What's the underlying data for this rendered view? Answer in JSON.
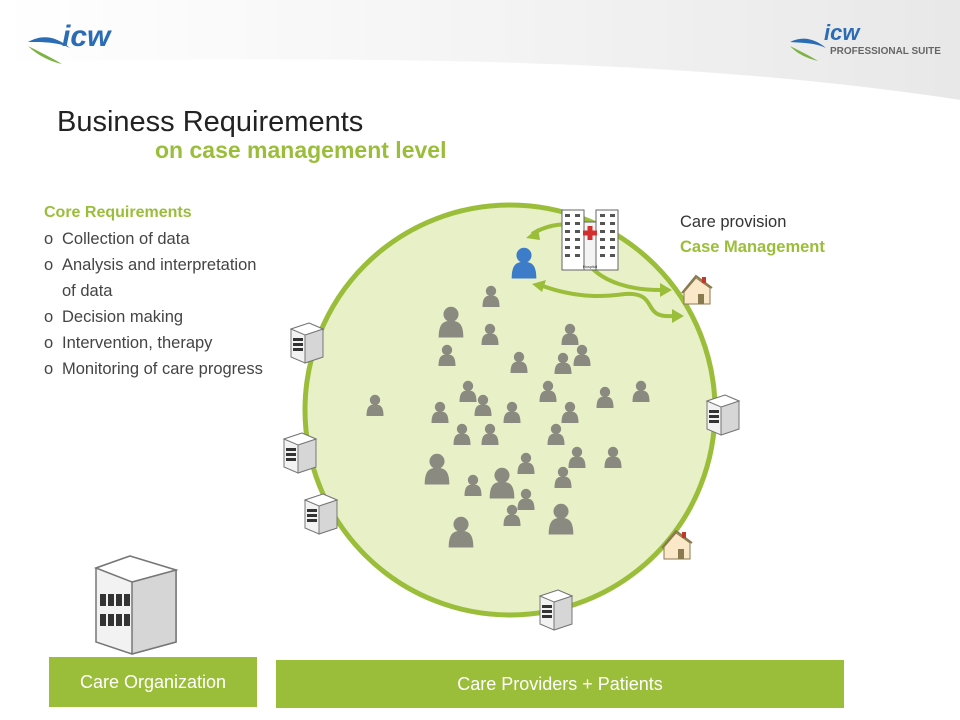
{
  "header": {
    "logo_left": "icw",
    "logo_right": {
      "brand": "icw",
      "suffix": "PROFESSIONAL SUITE"
    }
  },
  "slide": {
    "title": "Business Requirements",
    "subtitle": "on case management level"
  },
  "requirements": {
    "title": "Core Requirements",
    "bullet": "o",
    "items": [
      "Collection of data",
      "Analysis and interpretation of data",
      "Decision making",
      "Intervention, therapy",
      "Monitoring of care progress"
    ]
  },
  "labels": {
    "care_provision": "Care provision",
    "case_management": "Case Management"
  },
  "buttons": {
    "care_organization": "Care Organization",
    "care_providers_patients": "Care Providers + Patients"
  },
  "hospital_sign": "Hospital",
  "colors": {
    "accent": "#9bbe3a",
    "circle_fill": "#e8f0c8",
    "circle_stroke": "#9bbe3a",
    "person_gray": "#8a8a80",
    "person_blue": "#3d7cc9",
    "title_text": "#222222",
    "body_text": "#444444"
  },
  "icons": [
    "icw-logo",
    "person-icon",
    "patient-icon",
    "hospital-icon",
    "clinic-building-icon",
    "house-icon",
    "office-building-icon",
    "arrow-icon"
  ]
}
